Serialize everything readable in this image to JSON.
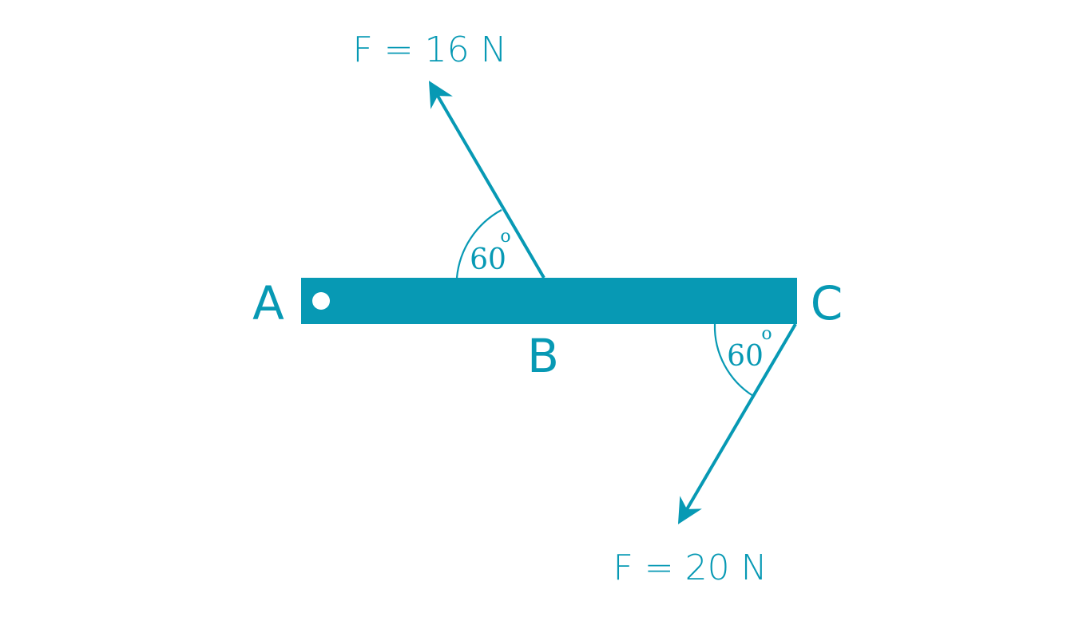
{
  "colors": {
    "primary": "#0799B4",
    "background": "#FFFFFF",
    "pivot": "#FFFFFF"
  },
  "points": {
    "a": "A",
    "b": "B",
    "c": "C"
  },
  "forces": {
    "top": {
      "label": "F = 16 N",
      "angle_deg": 60
    },
    "bottom": {
      "label": "F = 20 N",
      "angle_deg": 60
    }
  },
  "angles": {
    "top": {
      "value": "60",
      "degree_mark": "o"
    },
    "bottom": {
      "value": "60",
      "degree_mark": "o"
    }
  }
}
